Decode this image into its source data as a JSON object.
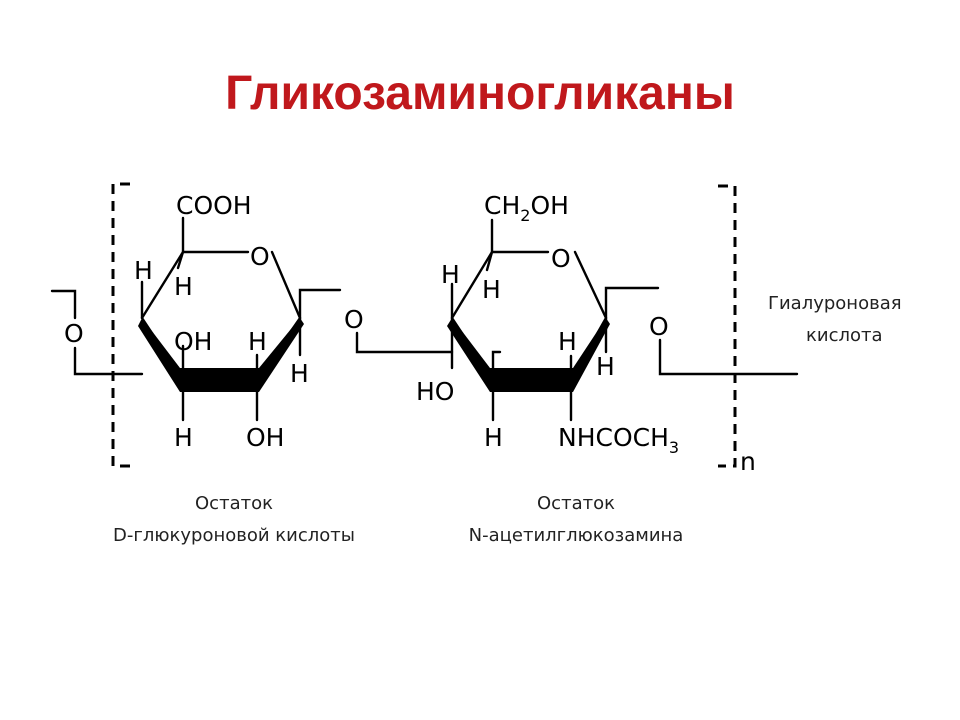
{
  "slide": {
    "title": "Гликозаминогликаны"
  },
  "diagram": {
    "left_residue": {
      "cooh": "COOH",
      "ring_o": "O",
      "h_c5_out": "H",
      "h_c4_in": "H",
      "oh_c3": "OH",
      "h_c2_in": "H",
      "h_c1": "H",
      "h_c4_down": "H",
      "oh_c2_down": "OH",
      "caption_line1": "Остаток",
      "caption_line2": "D-глюкуроновой кислоты"
    },
    "glycosidic_o_left": "O",
    "glycosidic_o_middle": "O",
    "glycosidic_o_right": "O",
    "right_residue": {
      "ch2oh_prefix": "CH",
      "ch2oh_sub": "2",
      "ch2oh_suffix": "OH",
      "ring_o": "O",
      "h_c5_out": "H",
      "h_c4_in": "H",
      "ho_c4": "HO",
      "h_c2_in": "H",
      "h_c1": "H",
      "h_c3_down": "H",
      "nhcoch_prefix": "NHCOCH",
      "nhcoch_sub": "3",
      "caption_line1": "Остаток",
      "caption_line2": "N-ацетилглюкозамина"
    },
    "repeat_index": "n",
    "polymer_label_line1": "Гиалуроновая",
    "polymer_label_line2": "кислота"
  }
}
